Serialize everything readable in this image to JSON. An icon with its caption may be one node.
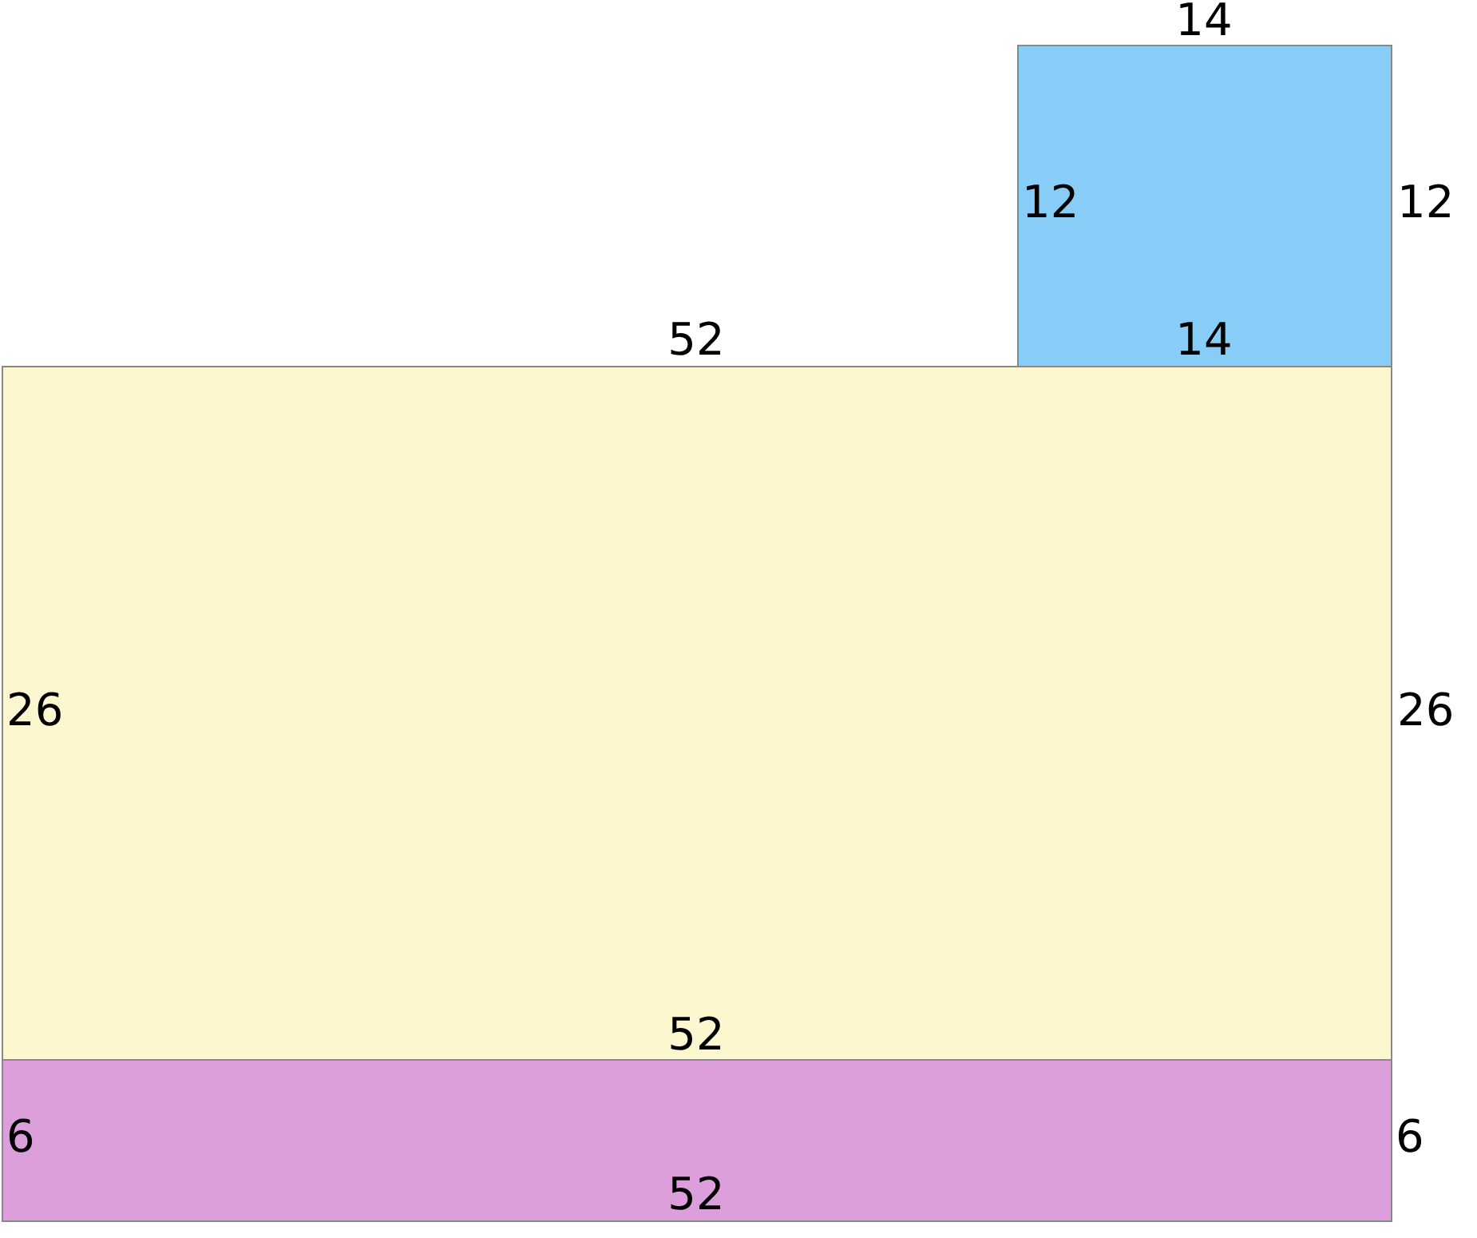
{
  "diagram": {
    "nodes": [
      {
        "text": [
          "12",
          "14"
        ],
        "beside": [
          "14",
          "12"
        ]
      },
      {
        "text": [
          "26",
          "52"
        ],
        "beside": [
          "52",
          "26"
        ]
      },
      {
        "text": [
          "6",
          "52"
        ],
        "beside": [
          "6"
        ]
      }
    ]
  }
}
